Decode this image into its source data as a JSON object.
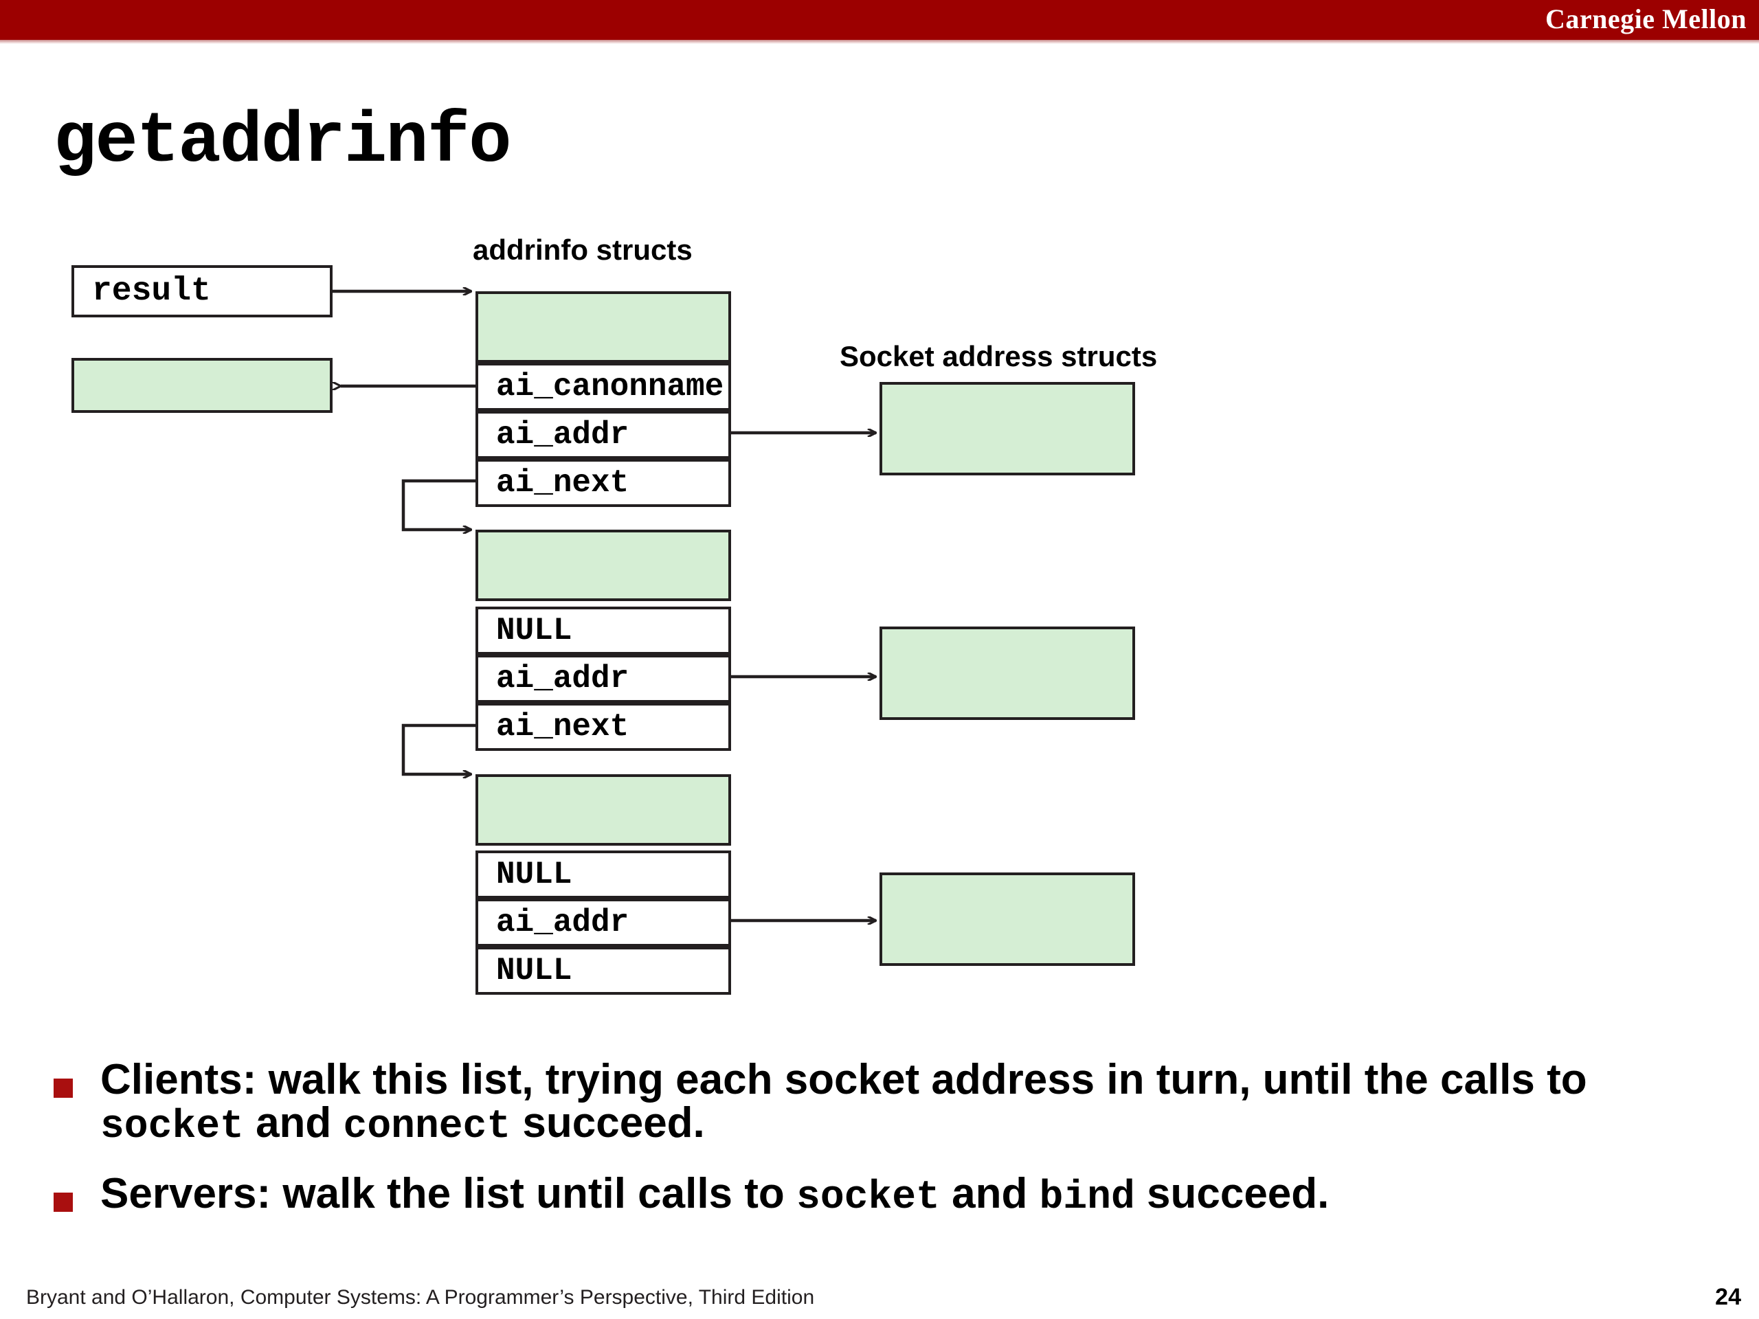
{
  "header": {
    "brand": "Carnegie Mellon",
    "band_color": "#9c0000"
  },
  "title": "getaddrinfo",
  "diagram": {
    "labels": {
      "addrinfo_structs": "addrinfo structs",
      "socket_address_structs": "Socket address structs"
    },
    "result_var": "result",
    "canonname_buffer": "",
    "structs": [
      {
        "header_cell": "",
        "fields": [
          "ai_canonname",
          "ai_addr",
          "ai_next"
        ]
      },
      {
        "header_cell": "",
        "fields": [
          "NULL",
          "ai_addr",
          "ai_next"
        ]
      },
      {
        "header_cell": "",
        "fields": [
          "NULL",
          "ai_addr",
          "NULL"
        ]
      }
    ],
    "socket_boxes": [
      "",
      "",
      ""
    ],
    "colors": {
      "green_fill": "#d5eed4",
      "stroke": "#231f20"
    }
  },
  "bullets": [
    {
      "marker_color": "#a90f0f",
      "parts": [
        {
          "text": "Clients: walk this list, trying each socket address in turn, until the calls to ",
          "mono": false
        },
        {
          "text": "socket",
          "mono": true
        },
        {
          "text": " and ",
          "mono": false
        },
        {
          "text": "connect",
          "mono": true
        },
        {
          "text": " succeed.",
          "mono": false
        }
      ]
    },
    {
      "marker_color": "#a90f0f",
      "parts": [
        {
          "text": "Servers: walk the list until calls to ",
          "mono": false
        },
        {
          "text": "socket",
          "mono": true
        },
        {
          "text": " and ",
          "mono": false
        },
        {
          "text": "bind",
          "mono": true
        },
        {
          "text": " succeed.",
          "mono": false
        }
      ]
    }
  ],
  "footer": {
    "citation": "Bryant and O’Hallaron, Computer Systems: A Programmer’s Perspective, Third Edition",
    "page_number": "24"
  }
}
